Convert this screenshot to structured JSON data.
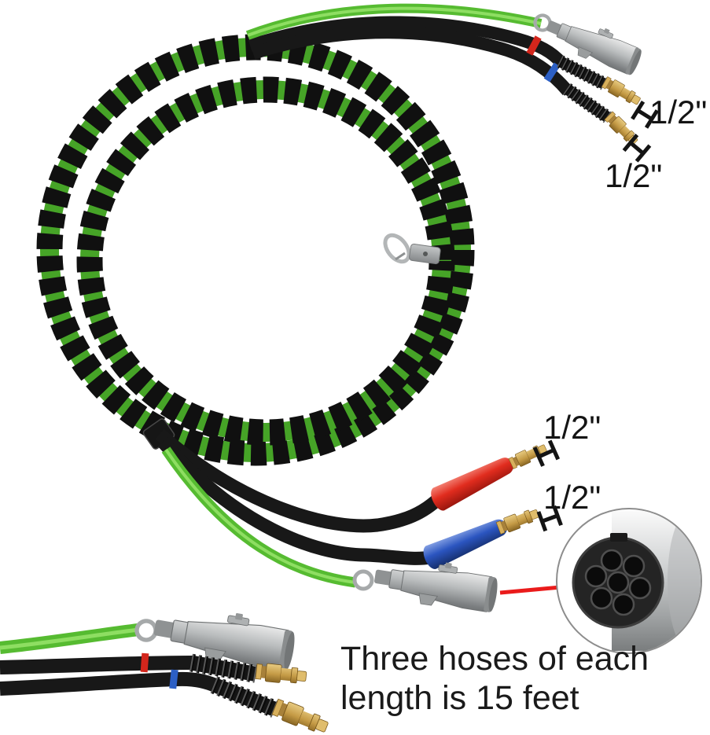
{
  "image": {
    "background": "#ffffff",
    "size_labels": [
      {
        "text": "1/2\""
      },
      {
        "text": "1/2\""
      },
      {
        "text": "1/2\""
      },
      {
        "text": "1/2\""
      }
    ],
    "caption": {
      "line1": "Three hoses of each",
      "line2": "length is 15 feet"
    },
    "colors": {
      "background": "#ffffff",
      "power_cable_green": "#56bb31",
      "air_hose_black": "#181818",
      "spiral_wrap_black": "#101010",
      "spiral_wrap_green_gap": "#46a427",
      "emergency_grip_red": "#e12c1e",
      "service_grip_blue": "#2b55c0",
      "hose_band_red": "#d3261c",
      "hose_band_blue": "#2c5fc4",
      "brass_fitting": "#c49a45",
      "plug_silver": "#b9bcbd",
      "callout_line_red": "#ea1b1b",
      "text_black": "#151515"
    }
  }
}
